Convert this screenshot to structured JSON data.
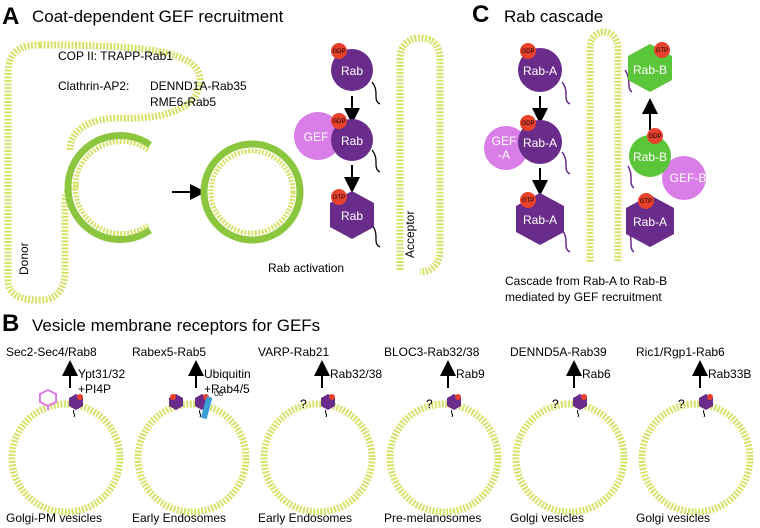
{
  "panel_a": {
    "letter": "A",
    "title": "Coat-dependent GEF recruitment",
    "copii_line": "COP II: TRAPP-Rab1",
    "clathrin_prefix": "Clathrin-AP2:",
    "clathrin_line1": "DENND1A-Rab35",
    "clathrin_line2": "RME6-Rab5",
    "donor_label": "Donor",
    "acceptor_label": "Acceptor",
    "rab_activation": "Rab activation",
    "gef_label": "GEF",
    "rab_label": "Rab",
    "gdp_label": "GDP",
    "gtp_label": "GTP"
  },
  "panel_c": {
    "letter": "C",
    "title": "Rab cascade",
    "rab_a": "Rab-A",
    "rab_b": "Rab-B",
    "gef_a": "GEF\n-A",
    "gef_a_line1": "GEF",
    "gef_a_line2": "-A",
    "gef_b": "GEF-B",
    "caption_line1": "Cascade from Rab-A to Rab-B",
    "caption_line2": "mediated by GEF recruitment",
    "gdp_label": "GDP",
    "gtp_label": "GTP"
  },
  "panel_b": {
    "letter": "B",
    "title": "Vesicle membrane receptors for GEFs",
    "ub_label": "Ub",
    "columns": [
      {
        "gef": "Sec2-Sec4/Rab8",
        "receptor_line1": "Ypt31/32",
        "receptor_line2": "+PI4P",
        "question": "",
        "vesicle": "Golgi-PM vesicles"
      },
      {
        "gef": "Rabex5-Rab5",
        "receptor_line1": "Ubiquitin",
        "receptor_line2": "+Rab4/5",
        "question": "",
        "vesicle": "Early Endosomes"
      },
      {
        "gef": "VARP-Rab21",
        "receptor_line1": "Rab32/38",
        "receptor_line2": "",
        "question": "?",
        "vesicle": "Early Endosomes"
      },
      {
        "gef": "BLOC3-Rab32/38",
        "receptor_line1": "Rab9",
        "receptor_line2": "",
        "question": "?",
        "vesicle": "Pre-melanosomes"
      },
      {
        "gef": "DENND5A-Rab39",
        "receptor_line1": "Rab6",
        "receptor_line2": "",
        "question": "?",
        "vesicle": "Golgi vesicles"
      },
      {
        "gef": "Ric1/Rgp1-Rab6",
        "receptor_line1": "Rab33B",
        "receptor_line2": "",
        "question": "?",
        "vesicle": "Golgi vesicles"
      }
    ]
  },
  "colors": {
    "membrane": "#d7e26a",
    "coat": "#8cc63f",
    "rab_purple": "#6a2c8a",
    "gef_pink": "#d97ee8",
    "rab_b_green": "#5cc63a",
    "nucleotide_red": "#e8412c",
    "ub_blue": "#3a9fd6"
  }
}
